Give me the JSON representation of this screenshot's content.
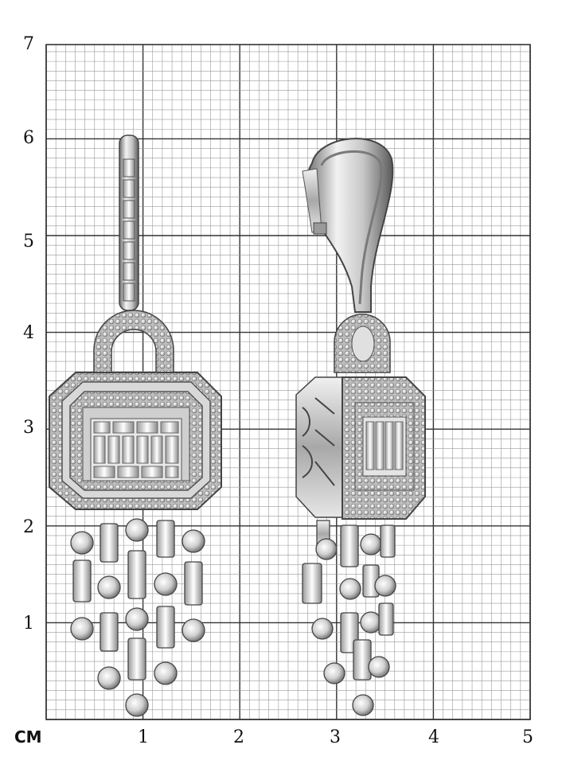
{
  "scale": {
    "unit_label": "CM",
    "y_ticks": [
      "7",
      "6",
      "5",
      "4",
      "3",
      "2",
      "1"
    ],
    "x_ticks": [
      "1",
      "2",
      "3",
      "4",
      "5"
    ]
  },
  "grid": {
    "major_color": "#333333",
    "minor_color": "#9a9a9a",
    "background": "#ffffff"
  },
  "objects": [
    {
      "name": "earring-front-view",
      "metal": "white gold",
      "stones": "diamonds"
    },
    {
      "name": "earring-side-view",
      "metal": "white gold",
      "stones": "diamonds"
    }
  ]
}
